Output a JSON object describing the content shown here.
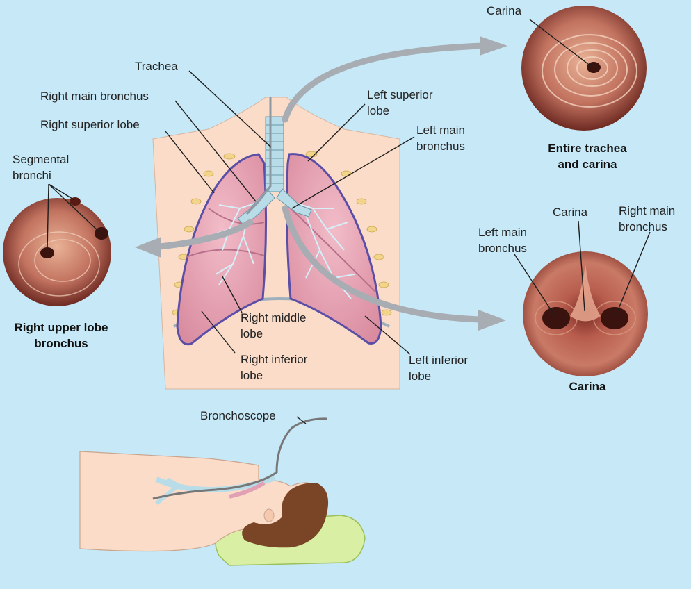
{
  "labels": {
    "trachea": "Trachea",
    "right_main_bronchus": "Right main bronchus",
    "right_superior_lobe": "Right superior lobe",
    "left_superior_lobe_1": "Left superior",
    "left_superior_lobe_2": "lobe",
    "left_main_bronchus_1": "Left main",
    "left_main_bronchus_2": "bronchus",
    "segmental_bronchi_1": "Segmental",
    "segmental_bronchi_2": "bronchi",
    "right_middle_lobe_1": "Right middle",
    "right_middle_lobe_2": "lobe",
    "right_inferior_lobe_1": "Right inferior",
    "right_inferior_lobe_2": "lobe",
    "left_inferior_lobe_1": "Left inferior",
    "left_inferior_lobe_2": "lobe",
    "carina_top": "Carina",
    "carina_mid": "Carina",
    "left_main_bronchus_view_1": "Left main",
    "left_main_bronchus_view_2": "bronchus",
    "right_main_bronchus_view_1": "Right main",
    "right_main_bronchus_view_2": "bronchus",
    "bronchoscope": "Bronchoscope"
  },
  "captions": {
    "entire_trachea_1": "Entire trachea",
    "entire_trachea_2": "and carina",
    "carina": "Carina",
    "right_upper_lobe_1": "Right upper lobe",
    "right_upper_lobe_2": "bronchus"
  },
  "colors": {
    "background": "#c6e8f7",
    "skin": "#fadcc8",
    "lung": "#e8a4b4",
    "lung_edge": "#5a4ea6",
    "airway": "#b8dde8",
    "arrow": "#a8adb3",
    "endoscopic_view": "#b8504a"
  }
}
